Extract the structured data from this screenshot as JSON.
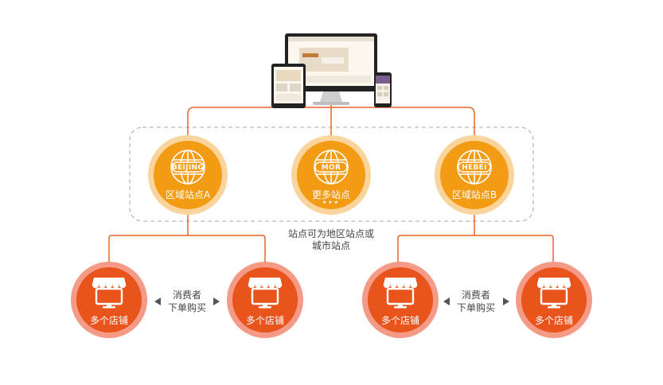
{
  "colors": {
    "line": "#e8662a",
    "hub_ring": "#f9d49c",
    "hub_fill": "#f39b12",
    "store_ring": "#f49a86",
    "store_fill": "#e9541c",
    "dashed_border": "#a7a7a7"
  },
  "hubs": [
    {
      "name": "区域站点A",
      "tag": "BEIJING",
      "icon": "globe-icon"
    },
    {
      "name": "更多站点",
      "tag": "MOR",
      "icon": "globe-icon",
      "dots": "★★★"
    },
    {
      "name": "区域站点B",
      "tag": "HEBEI",
      "icon": "globe-icon"
    }
  ],
  "region_note": [
    "站点可为地区站点或",
    "城市站点"
  ],
  "stores": [
    {
      "label": "多个店铺",
      "icon": "storefront-icon"
    },
    {
      "label": "多个店铺",
      "icon": "storefront-icon"
    },
    {
      "label": "多个店铺",
      "icon": "storefront-icon"
    },
    {
      "label": "多个店铺",
      "icon": "storefront-icon"
    }
  ],
  "consumer_notes": [
    {
      "line1": "消费者",
      "line2": "下单购买"
    },
    {
      "line1": "消费者",
      "line2": "下单购买"
    }
  ],
  "devices": [
    "desktop-monitor",
    "tablet",
    "smartphone"
  ]
}
